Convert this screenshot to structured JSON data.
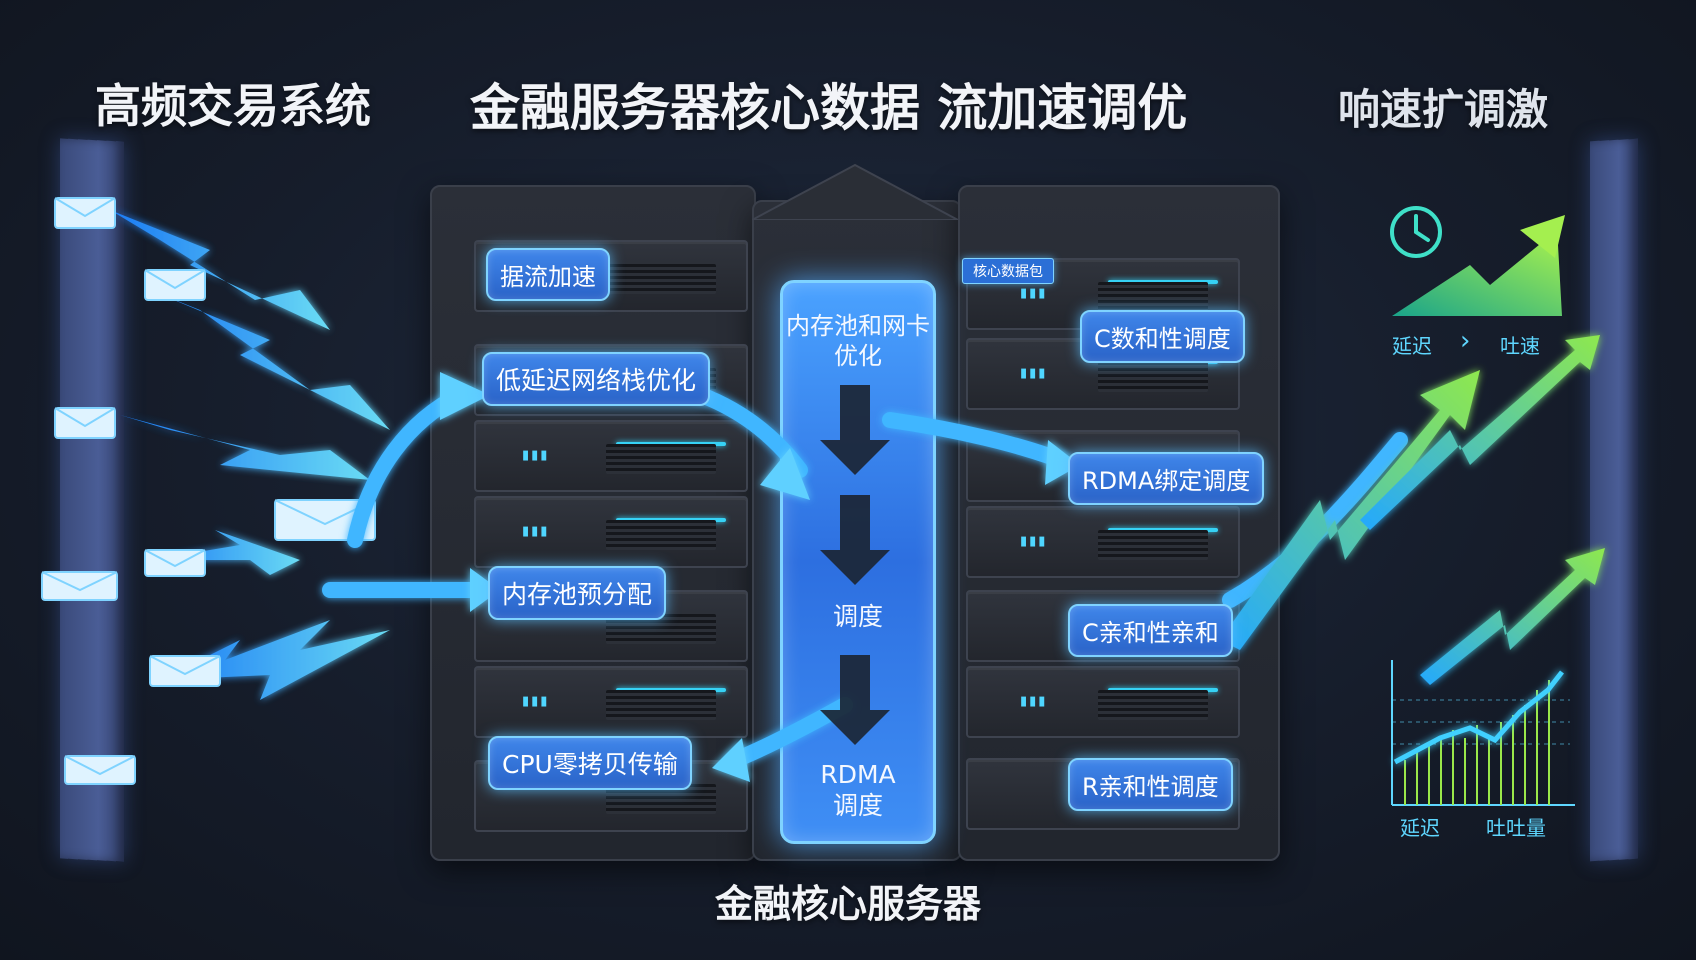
{
  "header": {
    "left_title": "高频交易系统",
    "center_title": "金融服务器核心数据 流加速调优",
    "right_title": "响速扩调激"
  },
  "server": {
    "caption": "金融核心服务器",
    "left_labels": [
      "据流加速",
      "低延迟网络栈优化",
      "内存池预分配",
      "CPU零拷贝传输"
    ],
    "center_column": [
      "内存池和网卡优化",
      "调度",
      "RDMA\n调度"
    ],
    "right_tag": "核心数据包",
    "right_labels": [
      "C数和性调度",
      "RDMA绑定调度",
      "C亲和性亲和",
      "R亲和性调度"
    ],
    "led_glyph": "▮▮▮"
  },
  "metrics": {
    "top_left": "延迟",
    "top_arrow": "›",
    "top_right": "吐速",
    "bottom_left": "延迟",
    "bottom_right": "吐吐量",
    "clock_icon": "clock-icon"
  },
  "colors": {
    "accent_blue": "#3f86ea",
    "glow_cyan": "#7fd3ff",
    "arrow_green": "#7ee05a",
    "panel_indigo": "#4a5d96"
  }
}
